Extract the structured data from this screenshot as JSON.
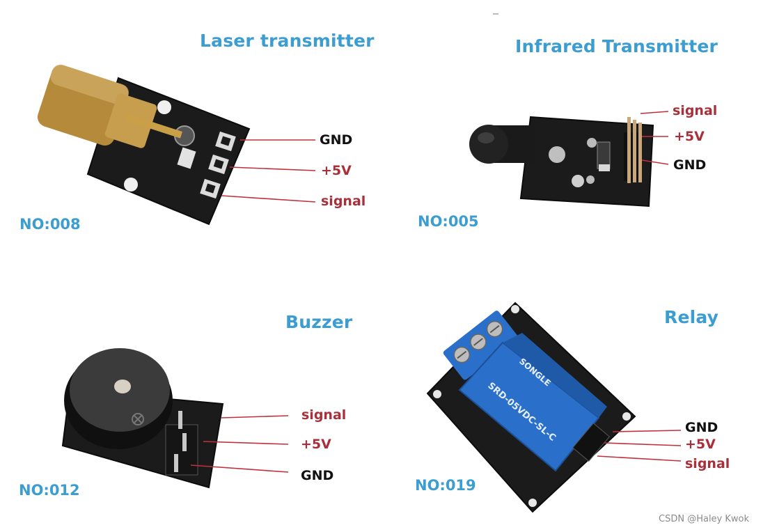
{
  "modules": [
    {
      "title": "Laser transmitter",
      "part_no": "NO:008",
      "pins": [
        "GND",
        "+5V",
        "signal"
      ]
    },
    {
      "title": "Infrared Transmitter",
      "part_no": "NO:005",
      "pins": [
        "signal",
        "+5V",
        "GND"
      ]
    },
    {
      "title": "Buzzer",
      "part_no": "NO:012",
      "pins": [
        "signal",
        "+5V",
        "GND"
      ]
    },
    {
      "title": "Relay",
      "part_no": "NO:019",
      "pins": [
        "GND",
        "+5V",
        "signal"
      ],
      "relay_marking": "SRD-05VDC-SL-C",
      "relay_brand": "SONGLE"
    }
  ],
  "watermark": "CSDN @Haley Kwok",
  "colors": {
    "title": "#3c9dd0",
    "pin_label_black": "#111111",
    "pin_label_red": "#a8303a",
    "leader_line": "#c0303a",
    "pcb": "#1b1b1b",
    "relay_body": "#2a6fc9",
    "laser_barrel": "#b58a3a"
  }
}
